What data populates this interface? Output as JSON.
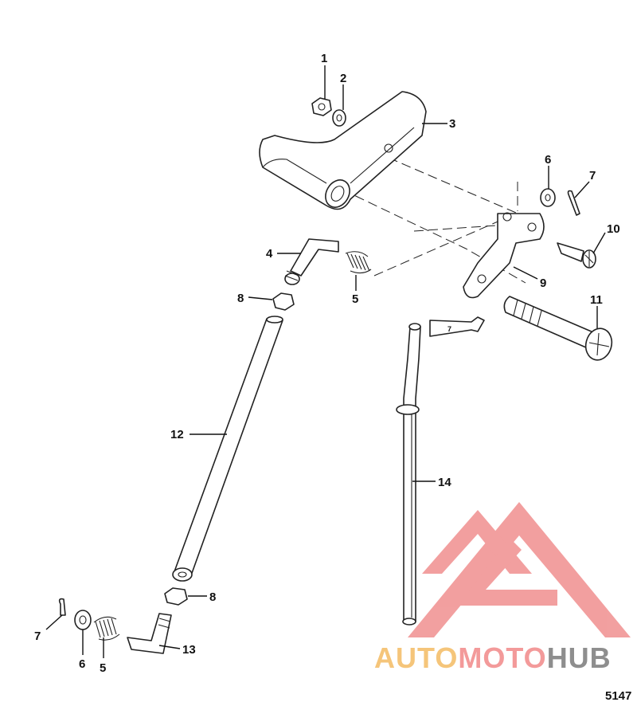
{
  "figure_number": "5147",
  "tube_label": "7",
  "callouts": [
    {
      "id": "c1",
      "text": "1"
    },
    {
      "id": "c2",
      "text": "2"
    },
    {
      "id": "c3",
      "text": "3"
    },
    {
      "id": "c6a",
      "text": "6"
    },
    {
      "id": "c7a",
      "text": "7"
    },
    {
      "id": "c10",
      "text": "10"
    },
    {
      "id": "c4",
      "text": "4"
    },
    {
      "id": "c9",
      "text": "9"
    },
    {
      "id": "c8a",
      "text": "8"
    },
    {
      "id": "c5a",
      "text": "5"
    },
    {
      "id": "c11",
      "text": "11"
    },
    {
      "id": "c12",
      "text": "12"
    },
    {
      "id": "c14",
      "text": "14"
    },
    {
      "id": "c8b",
      "text": "8"
    },
    {
      "id": "c7b",
      "text": "7"
    },
    {
      "id": "c6b",
      "text": "6"
    },
    {
      "id": "c5b",
      "text": "5"
    },
    {
      "id": "c13",
      "text": "13"
    }
  ],
  "watermark": {
    "part1": "AUTO",
    "part2": "MOTO",
    "part3": "HUB",
    "colors": {
      "logo": "#f08f8f",
      "auto": "#f5c57a",
      "moto": "#f39a9a",
      "hub": "#8e8e8e"
    }
  }
}
